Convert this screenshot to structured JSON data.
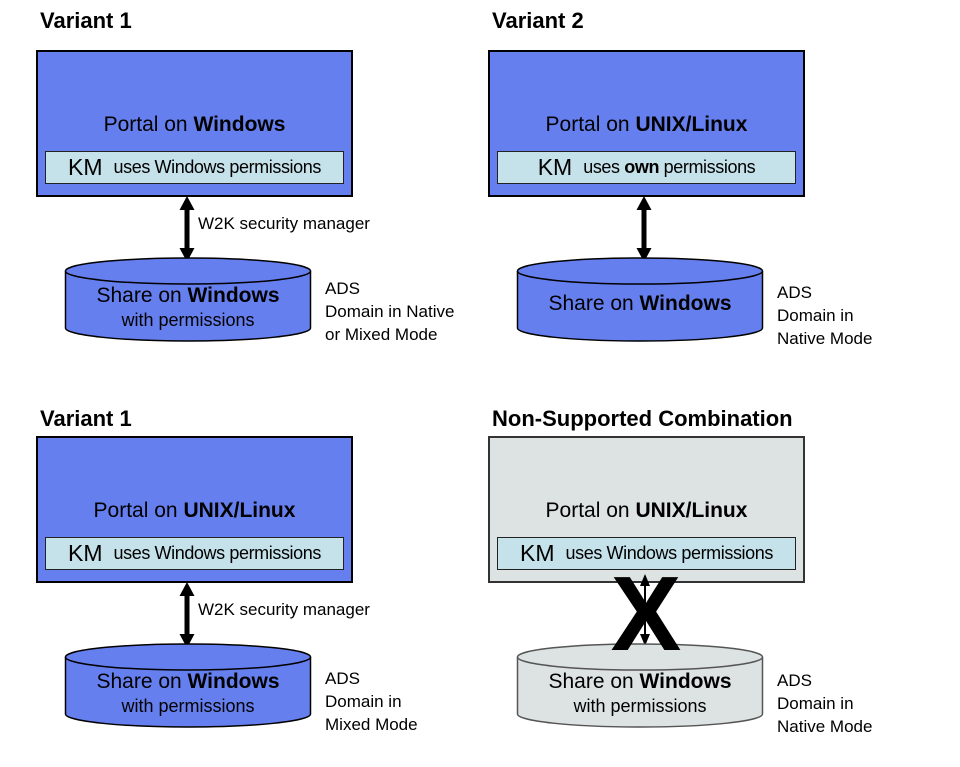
{
  "colors": {
    "box_blue": "#667FEE",
    "km_cyan": "#C5E1E9",
    "disabled_gray": "#DCE3E2",
    "outline": "#000000",
    "background": "#FFFFFF"
  },
  "panels": [
    {
      "title": "Variant 1",
      "portal_prefix": "Portal on ",
      "portal_platform": "Windows",
      "km_label": "KM",
      "km_t1": "uses Windows permissions",
      "km_t2": "",
      "km_t3": "",
      "connector_label": "W2K security manager",
      "cyl_prefix": "Share on ",
      "cyl_bold": "Windows",
      "cyl_line2": "with permissions",
      "note": [
        "ADS",
        "Domain in Native",
        "or Mixed Mode"
      ]
    },
    {
      "title": "Variant 2",
      "portal_prefix": "Portal on ",
      "portal_platform": "UNIX/Linux",
      "km_label": "KM",
      "km_t1": "uses ",
      "km_t2": "own",
      "km_t3": " permissions",
      "connector_label": "",
      "cyl_prefix": "Share on ",
      "cyl_bold": "Windows",
      "cyl_line2": "",
      "note": [
        "ADS",
        "Domain in",
        "Native Mode"
      ]
    },
    {
      "title": "Variant 1",
      "portal_prefix": "Portal on ",
      "portal_platform": "UNIX/Linux",
      "km_label": "KM",
      "km_t1": "uses Windows permissions",
      "km_t2": "",
      "km_t3": "",
      "connector_label": "W2K security manager",
      "cyl_prefix": "Share on ",
      "cyl_bold": "Windows",
      "cyl_line2": "with permissions",
      "note": [
        "ADS",
        "Domain in",
        "Mixed Mode"
      ]
    },
    {
      "title": "Non-Supported Combination",
      "portal_prefix": "Portal on ",
      "portal_platform": "UNIX/Linux",
      "km_label": "KM",
      "km_t1": "uses Windows permissions",
      "km_t2": "",
      "km_t3": "",
      "connector_label": "",
      "x_mark": "X",
      "cyl_prefix": "Share on ",
      "cyl_bold": "Windows",
      "cyl_line2": "with permissions",
      "note": [
        "ADS",
        "Domain in",
        "Native Mode"
      ]
    }
  ]
}
